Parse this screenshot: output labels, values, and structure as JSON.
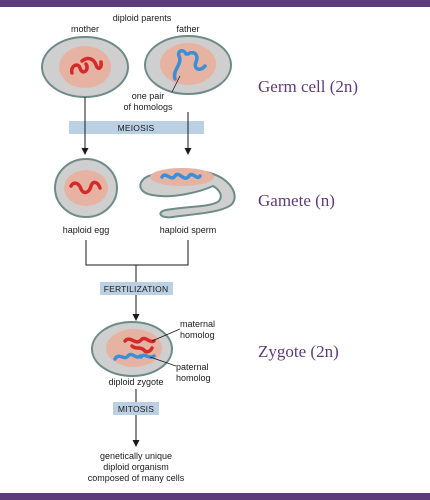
{
  "title": "diploid parents",
  "parents": {
    "mother": "mother",
    "father": "father"
  },
  "homolog_pair_label": [
    "one pair",
    "of homologs"
  ],
  "steps": {
    "meiosis": "MEIOSIS",
    "fertilization": "FERTILIZATION",
    "mitosis": "MITOSIS"
  },
  "gametes": {
    "egg": "haploid egg",
    "sperm": "haploid sperm"
  },
  "zygote": {
    "label": "diploid zygote",
    "maternal": [
      "maternal",
      "homolog"
    ],
    "paternal": [
      "paternal",
      "homolog"
    ]
  },
  "outcome": [
    "genetically unique",
    "diploid organism",
    "composed of many cells"
  ],
  "stages": {
    "germ_cell": "Germ cell (2n)",
    "gamete": "Gamete (n)",
    "zygote": "Zygote (2n)"
  },
  "colors": {
    "accent_purple": "#5c3c7a",
    "cell_fill": "#cfcfcf",
    "cell_stroke": "#6e8b8a",
    "nucleus": "#e6b3a3",
    "maternal_red": "#d42a2a",
    "paternal_blue": "#3a8fd6",
    "step_box": "#bcd0e3"
  }
}
